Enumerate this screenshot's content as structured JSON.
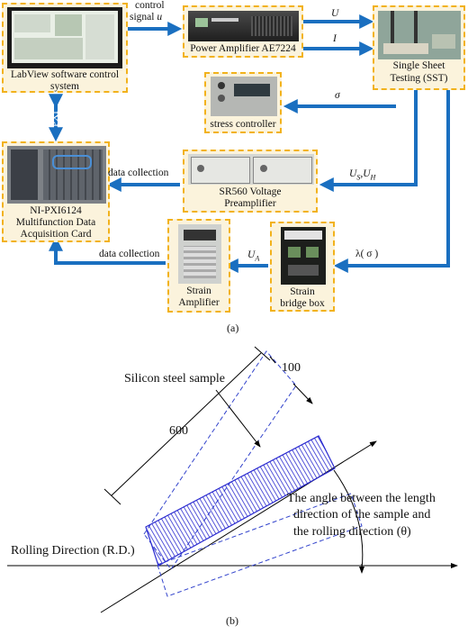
{
  "part_a": {
    "labview": {
      "caption": "LabView software control system"
    },
    "power_amp": {
      "caption": "Power Amplifier AE7224"
    },
    "sst": {
      "caption_line1": "Single Sheet",
      "caption_line2": "Testing (SST)"
    },
    "stress_controller": {
      "caption": "stress controller"
    },
    "ni_card": {
      "caption_line1": "NI-PXI6124",
      "caption_line2": "Multifunction Data",
      "caption_line3": "Acquisition Card"
    },
    "preamp": {
      "caption_line1": "SR560 Voltage",
      "caption_line2": "Preamplifier"
    },
    "strain_amp": {
      "caption_line1": "Strain",
      "caption_line2": "Amplifier"
    },
    "bridge": {
      "caption_line1": "Strain",
      "caption_line2": "bridge box"
    },
    "labels": {
      "control_line1": "control",
      "control_line2": "signal",
      "control_var": "u",
      "U": "U",
      "I": "I",
      "sigma": "σ",
      "pxi": "PXI",
      "data_collection_1": "data collection",
      "data_collection_2": "data collection",
      "us_uh": "U",
      "us_sub": "S",
      "uh_sep": ",U",
      "uh_sub": "H",
      "ua": "U",
      "ua_sub": "A",
      "lambda": "λ( σ )"
    },
    "caption": "(a)"
  },
  "part_b": {
    "sample_label": "Silicon steel sample",
    "dim_100": "100",
    "dim_600": "600",
    "angle_line1": "The angle between the length",
    "angle_line2": "direction of the sample and",
    "angle_line3": "the rolling direction (θ)",
    "rolling": "Rolling Direction (R.D.)",
    "caption": "(b)"
  },
  "colors": {
    "arrow": "#1a6fc0",
    "box_border": "#f2b21c",
    "box_fill": "#fbf3dc",
    "hatch": "#2b2bd0",
    "sample_outline": "#3344cc"
  }
}
